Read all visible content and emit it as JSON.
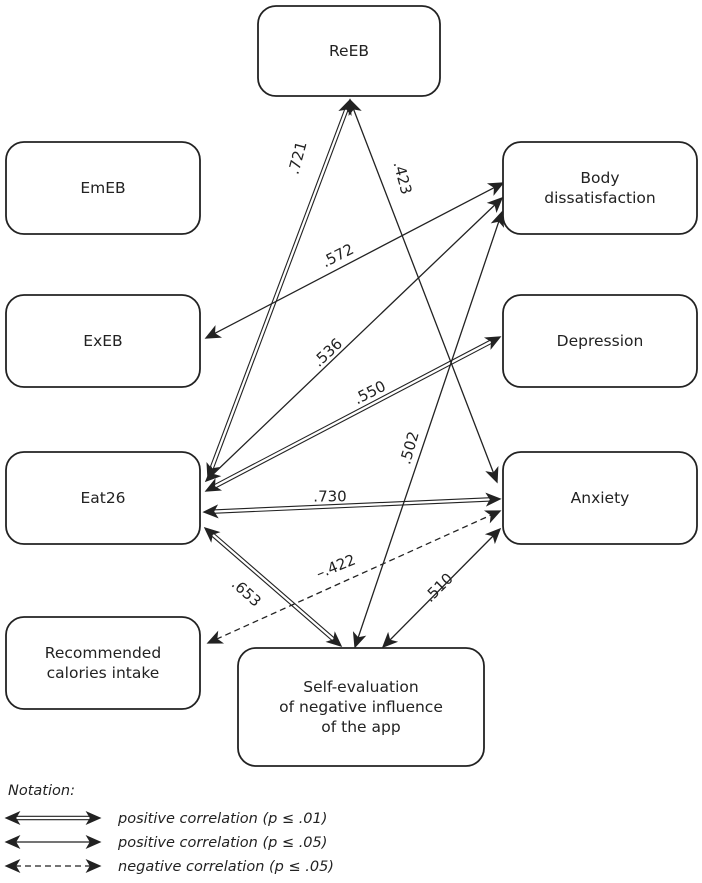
{
  "nodes": [
    {
      "id": "reeb",
      "lines": [
        "ReEB"
      ]
    },
    {
      "id": "emeb",
      "lines": [
        "EmEB"
      ]
    },
    {
      "id": "exeb",
      "lines": [
        "ExEB"
      ]
    },
    {
      "id": "eat26",
      "lines": [
        "Eat26"
      ]
    },
    {
      "id": "recommended",
      "lines": [
        "Recommended",
        "calories intake"
      ]
    },
    {
      "id": "body",
      "lines": [
        "Body",
        "dissatisfaction"
      ]
    },
    {
      "id": "depression",
      "lines": [
        "Depression"
      ]
    },
    {
      "id": "anxiety",
      "lines": [
        "Anxiety"
      ]
    },
    {
      "id": "selfeval",
      "lines": [
        "Self-evaluation",
        "of negative influence",
        "of the app"
      ]
    }
  ],
  "edges": [
    {
      "from": "eat26",
      "to": "reeb",
      "label": ".721",
      "type": "strong"
    },
    {
      "from": "reeb",
      "to": "anxiety",
      "label": ".423",
      "type": "weak"
    },
    {
      "from": "exeb",
      "to": "body",
      "label": ".572",
      "type": "weak"
    },
    {
      "from": "eat26",
      "to": "body",
      "label": ".536",
      "type": "weak"
    },
    {
      "from": "eat26",
      "to": "depression",
      "label": ".550",
      "type": "strong"
    },
    {
      "from": "selfeval",
      "to": "body",
      "label": ".502",
      "type": "weak"
    },
    {
      "from": "eat26",
      "to": "anxiety",
      "label": ".730",
      "type": "strong"
    },
    {
      "from": "eat26",
      "to": "selfeval",
      "label": ".653",
      "type": "strong"
    },
    {
      "from": "recommended",
      "to": "anxiety",
      "label": "–.422",
      "type": "negative"
    },
    {
      "from": "selfeval",
      "to": "anxiety",
      "label": ".510",
      "type": "weak"
    }
  ],
  "notation": {
    "title": "Notation:",
    "items": [
      {
        "type": "strong",
        "text": "positive correlation (p ≤ .01)"
      },
      {
        "type": "weak",
        "text": "positive correlation (p ≤ .05)"
      },
      {
        "type": "negative",
        "text": "negative correlation (p ≤ .05)"
      }
    ]
  }
}
